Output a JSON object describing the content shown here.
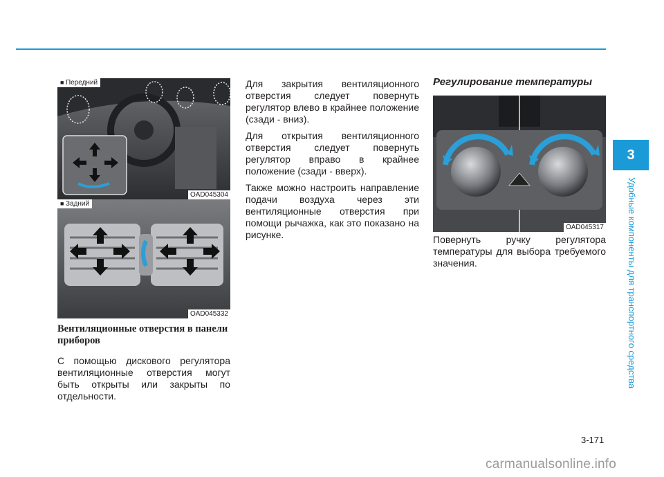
{
  "chapter": {
    "number": "3",
    "title": "Удобные компоненты для транспортного средства"
  },
  "figures": {
    "front": {
      "label": "Передний",
      "code": "OAD045304"
    },
    "rear": {
      "label": "Задний",
      "code": "OAD045332"
    },
    "temp": {
      "code": "OAD045317"
    }
  },
  "left_column": {
    "heading": "Вентиляционные отверстия в панели приборов",
    "paragraph": "С помощью дискового регулятора вентиляционные отверстия могут быть открыты или закрыты по отдельности."
  },
  "middle_column": {
    "paragraphs": [
      "Для закрытия вентиляционного отверстия следует повернуть регулятор влево в крайнее положение (сзади - вниз).",
      "Для открытия вентиляционного отверстия следует повернуть регулятор вправо в крайнее положение (сзади - вверх).",
      "Также можно настроить направление подачи воздуха через эти вентиляционные отверстия при помощи рычажка, как это показано на рисунке."
    ]
  },
  "right_column": {
    "heading": "Регулирование температуры",
    "paragraph": "Повернуть ручку регулятора температуры для выбора требуемого значения."
  },
  "page_number": "3-171",
  "watermark": "carmanualsonline.info",
  "colors": {
    "accent": "#1a9bd7",
    "arrow_blue": "#2a9fd8"
  }
}
